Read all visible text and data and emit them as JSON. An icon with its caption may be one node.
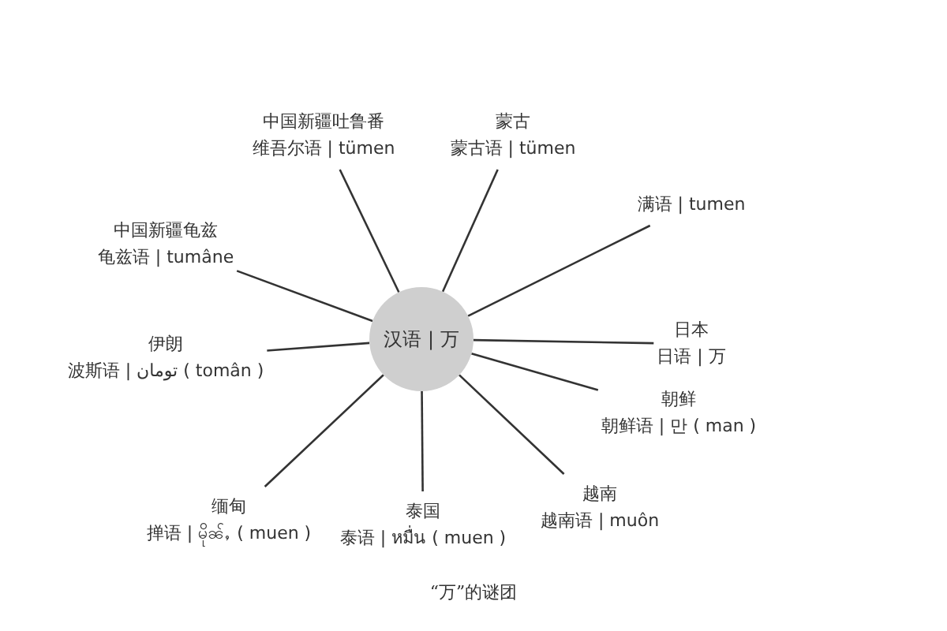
{
  "diagram": {
    "caption": "“万”的谜团",
    "nodes": [
      {
        "text": [
          "汉语 | 万"
        ]
      },
      {
        "text": [
          "中国新疆吐鲁番",
          "维吾尔语 | tümen"
        ]
      },
      {
        "text": [
          "蒙古",
          "蒙古语 | tümen"
        ]
      },
      {
        "text": [
          "满语 | tumen"
        ]
      },
      {
        "text": [
          "中国新疆龟兹",
          "龟兹语 | tumâne"
        ]
      },
      {
        "text": [
          "伊朗",
          "波斯语 | تومان ( tomân )"
        ]
      },
      {
        "text": [
          "日本",
          "日语 | 万"
        ]
      },
      {
        "text": [
          "朝鲜",
          "朝鲜语 | 만 ( man )"
        ]
      },
      {
        "text": [
          "缅甸",
          "掸语 | မိုၼ်ႇ ( muen )"
        ]
      },
      {
        "text": [
          "泰国",
          "泰语 | หมื่น ( muen )"
        ]
      },
      {
        "text": [
          "越南",
          "越南语 | muôn"
        ]
      }
    ],
    "edges": [
      {
        "from": 0,
        "to": 1,
        "arrow": "none"
      },
      {
        "from": 0,
        "to": 2,
        "arrow": "none"
      },
      {
        "from": 0,
        "to": 3,
        "arrow": "none"
      },
      {
        "from": 0,
        "to": 4,
        "arrow": "none"
      },
      {
        "from": 0,
        "to": 5,
        "arrow": "none"
      },
      {
        "from": 0,
        "to": 6,
        "arrow": "none"
      },
      {
        "from": 0,
        "to": 7,
        "arrow": "none"
      },
      {
        "from": 0,
        "to": 8,
        "arrow": "none"
      },
      {
        "from": 0,
        "to": 9,
        "arrow": "none"
      },
      {
        "from": 0,
        "to": 10,
        "arrow": "none"
      }
    ]
  }
}
